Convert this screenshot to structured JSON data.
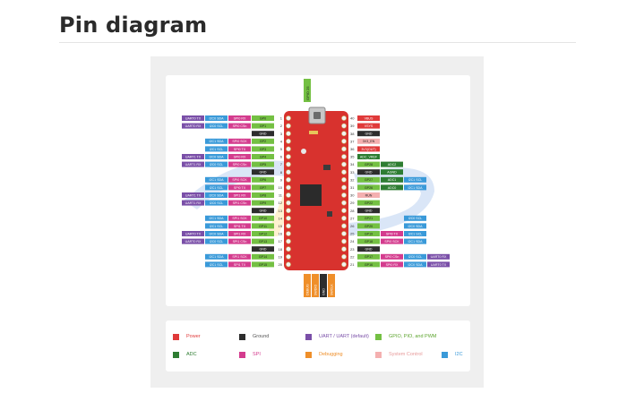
{
  "title": "Pin diagram",
  "board": {
    "debug_header": [
      "DEBUG",
      "SWDIO",
      "GND",
      "SWCLK"
    ],
    "usb_label": "GPIO 25",
    "left_pins": [
      {
        "n": "1",
        "tags": [
          [
            "UART0 TX",
            "uart"
          ],
          [
            "I2C0 SDA",
            "i2c"
          ],
          [
            "SPI0 RX",
            "spi"
          ],
          [
            "GP0",
            "gpio"
          ]
        ]
      },
      {
        "n": "2",
        "tags": [
          [
            "UART0 RX",
            "uart"
          ],
          [
            "I2C0 SCL",
            "i2c"
          ],
          [
            "SPI0 CSn",
            "spi"
          ],
          [
            "GP1",
            "gpio"
          ]
        ]
      },
      {
        "n": "3",
        "tags": [
          [
            "GND",
            "gnd"
          ]
        ]
      },
      {
        "n": "4",
        "tags": [
          [
            "I2C1 SDA",
            "i2c"
          ],
          [
            "SPI0 SCK",
            "spi"
          ],
          [
            "GP2",
            "gpio"
          ]
        ]
      },
      {
        "n": "5",
        "tags": [
          [
            "I2C1 SCL",
            "i2c"
          ],
          [
            "SPI0 TX",
            "spi"
          ],
          [
            "GP3",
            "gpio"
          ]
        ]
      },
      {
        "n": "6",
        "tags": [
          [
            "UART1 TX",
            "uart"
          ],
          [
            "I2C0 SDA",
            "i2c"
          ],
          [
            "SPI0 RX",
            "spi"
          ],
          [
            "GP4",
            "gpio"
          ]
        ]
      },
      {
        "n": "7",
        "tags": [
          [
            "UART1 RX",
            "uart"
          ],
          [
            "I2C0 SCL",
            "i2c"
          ],
          [
            "SPI0 CSn",
            "spi"
          ],
          [
            "GP5",
            "gpio"
          ]
        ]
      },
      {
        "n": "8",
        "tags": [
          [
            "GND",
            "gnd"
          ]
        ]
      },
      {
        "n": "9",
        "tags": [
          [
            "I2C1 SDA",
            "i2c"
          ],
          [
            "SPI0 SCK",
            "spi"
          ],
          [
            "GP6",
            "gpio"
          ]
        ]
      },
      {
        "n": "10",
        "tags": [
          [
            "I2C1 SCL",
            "i2c"
          ],
          [
            "SPI0 TX",
            "spi"
          ],
          [
            "GP7",
            "gpio"
          ]
        ]
      },
      {
        "n": "11",
        "tags": [
          [
            "UART1 TX",
            "uart"
          ],
          [
            "I2C0 SDA",
            "i2c"
          ],
          [
            "SPI1 RX",
            "spi"
          ],
          [
            "GP8",
            "gpio"
          ]
        ]
      },
      {
        "n": "12",
        "tags": [
          [
            "UART1 RX",
            "uart"
          ],
          [
            "I2C0 SCL",
            "i2c"
          ],
          [
            "SPI1 CSn",
            "spi"
          ],
          [
            "GP9",
            "gpio"
          ]
        ]
      },
      {
        "n": "13",
        "tags": [
          [
            "GND",
            "gnd"
          ]
        ]
      },
      {
        "n": "14",
        "tags": [
          [
            "I2C1 SDA",
            "i2c"
          ],
          [
            "SPI1 SCK",
            "spi"
          ],
          [
            "GP10",
            "gpio"
          ]
        ]
      },
      {
        "n": "15",
        "tags": [
          [
            "I2C1 SCL",
            "i2c"
          ],
          [
            "SPI1 TX",
            "spi"
          ],
          [
            "GP11",
            "gpio"
          ]
        ]
      },
      {
        "n": "16",
        "tags": [
          [
            "UART0 TX",
            "uart"
          ],
          [
            "I2C0 SDA",
            "i2c"
          ],
          [
            "SPI1 RX",
            "spi"
          ],
          [
            "GP12",
            "gpio"
          ]
        ]
      },
      {
        "n": "17",
        "tags": [
          [
            "UART0 RX",
            "uart"
          ],
          [
            "I2C0 SCL",
            "i2c"
          ],
          [
            "SPI1 CSn",
            "spi"
          ],
          [
            "GP13",
            "gpio"
          ]
        ]
      },
      {
        "n": "18",
        "tags": [
          [
            "GND",
            "gnd"
          ]
        ]
      },
      {
        "n": "19",
        "tags": [
          [
            "I2C1 SDA",
            "i2c"
          ],
          [
            "SPI1 SCK",
            "spi"
          ],
          [
            "GP14",
            "gpio"
          ]
        ]
      },
      {
        "n": "20",
        "tags": [
          [
            "I2C1 SCL",
            "i2c"
          ],
          [
            "SPI1 TX",
            "spi"
          ],
          [
            "GP15",
            "gpio"
          ]
        ]
      }
    ],
    "right_pins": [
      {
        "n": "40",
        "tags": [
          [
            "VBUS",
            "power"
          ]
        ]
      },
      {
        "n": "39",
        "tags": [
          [
            "VSYS",
            "power"
          ]
        ]
      },
      {
        "n": "38",
        "tags": [
          [
            "GND",
            "gnd"
          ]
        ]
      },
      {
        "n": "37",
        "tags": [
          [
            "3V3_EN",
            "sysctl"
          ]
        ]
      },
      {
        "n": "36",
        "tags": [
          [
            "3V3(OUT)",
            "power"
          ]
        ]
      },
      {
        "n": "35",
        "tags": [
          [
            "ADC_VREF",
            "adc"
          ]
        ]
      },
      {
        "n": "34",
        "tags": [
          [
            "GP28",
            "gpio"
          ],
          [
            "ADC2",
            "adc"
          ]
        ]
      },
      {
        "n": "33",
        "tags": [
          [
            "GND",
            "gnd"
          ],
          [
            "AGND",
            "adc"
          ]
        ]
      },
      {
        "n": "32",
        "tags": [
          [
            "GP27",
            "gpio"
          ],
          [
            "ADC1",
            "adc"
          ],
          [
            "I2C1 SCL",
            "i2c"
          ]
        ]
      },
      {
        "n": "31",
        "tags": [
          [
            "GP26",
            "gpio"
          ],
          [
            "ADC0",
            "adc"
          ],
          [
            "I2C1 SDA",
            "i2c"
          ]
        ]
      },
      {
        "n": "30",
        "tags": [
          [
            "RUN",
            "sysctl"
          ]
        ]
      },
      {
        "n": "29",
        "tags": [
          [
            "GP22",
            "gpio"
          ]
        ]
      },
      {
        "n": "28",
        "tags": [
          [
            "GND",
            "gnd"
          ]
        ]
      },
      {
        "n": "27",
        "tags": [
          [
            "GP21",
            "gpio"
          ],
          [
            "",
            "blank"
          ],
          [
            "I2C0 SCL",
            "i2c"
          ]
        ]
      },
      {
        "n": "26",
        "tags": [
          [
            "GP20",
            "gpio"
          ],
          [
            "",
            "blank"
          ],
          [
            "I2C0 SDA",
            "i2c"
          ]
        ]
      },
      {
        "n": "25",
        "tags": [
          [
            "GP19",
            "gpio"
          ],
          [
            "SPI0 TX",
            "spi"
          ],
          [
            "I2C1 SCL",
            "i2c"
          ]
        ]
      },
      {
        "n": "24",
        "tags": [
          [
            "GP18",
            "gpio"
          ],
          [
            "SPI0 SCK",
            "spi"
          ],
          [
            "I2C1 SDA",
            "i2c"
          ]
        ]
      },
      {
        "n": "23",
        "tags": [
          [
            "GND",
            "gnd"
          ]
        ]
      },
      {
        "n": "22",
        "tags": [
          [
            "GP17",
            "gpio"
          ],
          [
            "SPI0 CSn",
            "spi"
          ],
          [
            "I2C0 SCL",
            "i2c"
          ],
          [
            "UART0 RX",
            "uart"
          ]
        ]
      },
      {
        "n": "21",
        "tags": [
          [
            "GP16",
            "gpio"
          ],
          [
            "SPI0 RX",
            "spi"
          ],
          [
            "I2C0 SDA",
            "i2c"
          ],
          [
            "UART0 TX",
            "uart"
          ]
        ]
      }
    ]
  },
  "colors": {
    "power": "#e03a3a",
    "gnd": "#2d2d2d",
    "uart": "#7a4fa8",
    "gpio": "#74c043",
    "adc": "#2e7d32",
    "spi": "#d43c8e",
    "debug": "#ef8f2a",
    "sysctl": "#f4b0b0",
    "i2c": "#3a9ad9",
    "board": "#d8322e"
  },
  "legend": [
    {
      "label": "Power",
      "key": "power"
    },
    {
      "label": "Ground",
      "key": "gnd"
    },
    {
      "label": "UART / UART (default)",
      "key": "uart"
    },
    {
      "label": "GPIO, PIO, and PWM",
      "key": "gpio"
    },
    {
      "label": "ADC",
      "key": "adc"
    },
    {
      "label": "SPI",
      "key": "spi"
    },
    {
      "label": "Debugging",
      "key": "debug"
    },
    {
      "label": "System Control",
      "key": "sysctl"
    },
    {
      "label": "I2C",
      "key": "i2c"
    }
  ]
}
